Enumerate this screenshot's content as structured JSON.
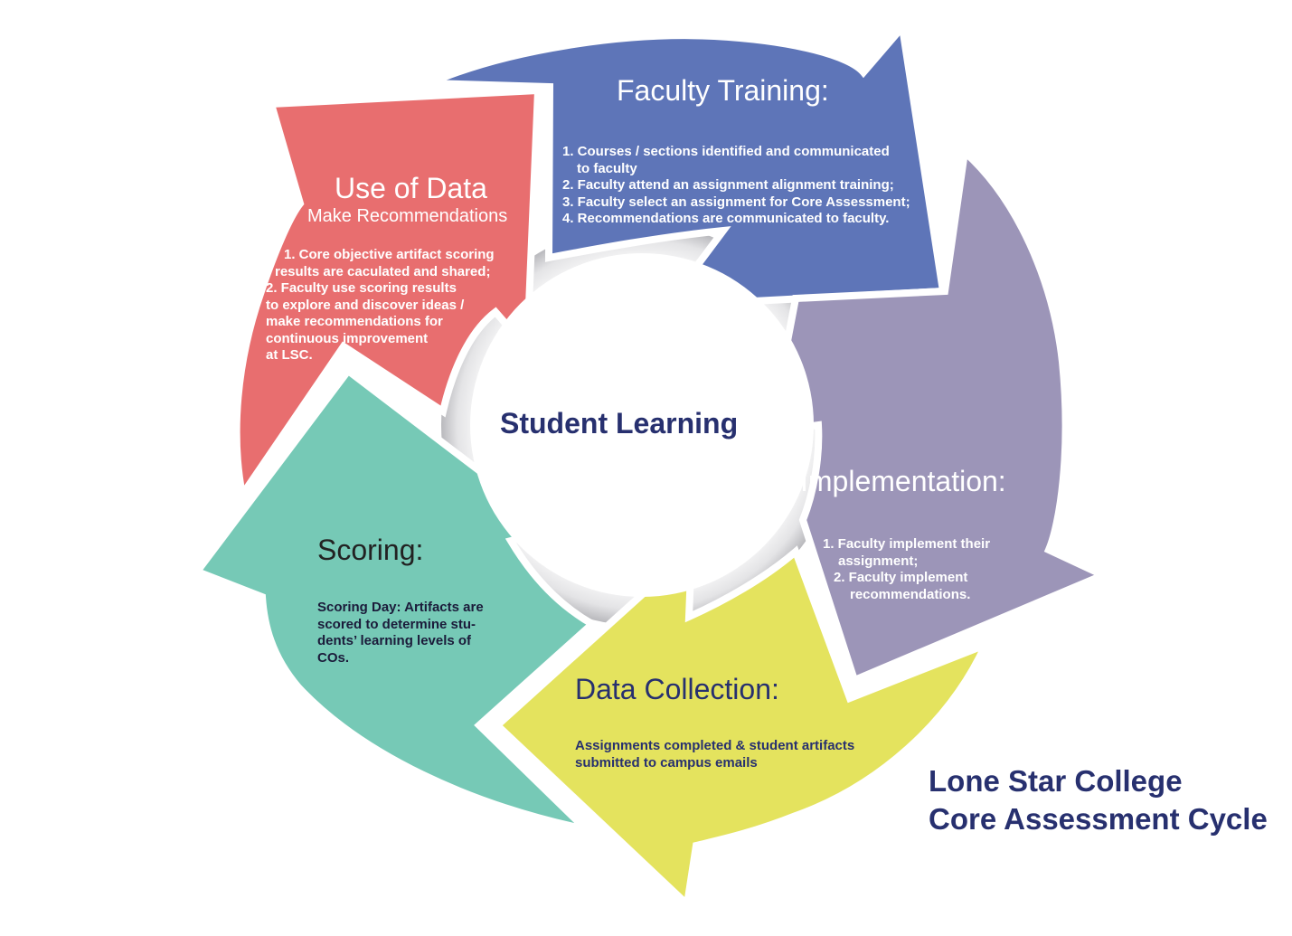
{
  "colors": {
    "faculty_training": "#5e75b8",
    "implementation": "#9c95b8",
    "data_collection": "#e4e35e",
    "scoring": "#76c9b6",
    "use_of_data": "#e86e6f",
    "center_text": "#27306f"
  },
  "center": {
    "title": "Student Learning"
  },
  "stages": {
    "faculty_training": {
      "title": "Faculty Training:",
      "lines": [
        "1. Courses / sections identified and communicated",
        "to faculty",
        "2. Faculty attend an assignment alignment training;",
        "3. Faculty select an assignment for Core Assessment;",
        "4. Recommendations are communicated to faculty."
      ]
    },
    "implementation": {
      "title": "Implementation:",
      "lines": [
        "1. Faculty implement their",
        "assignment;",
        "2. Faculty implement",
        "recommendations."
      ]
    },
    "data_collection": {
      "title": "Data Collection:",
      "lines": [
        "Assignments completed & student artifacts",
        "submitted to campus emails"
      ]
    },
    "scoring": {
      "title": "Scoring:",
      "lines": [
        "Scoring Day: Artifacts are",
        "scored to determine stu-",
        "dents’ learning levels of",
        "COs."
      ]
    },
    "use_of_data": {
      "title": "Use of Data",
      "subtitle": "Make Recommendations",
      "lines": [
        "1. Core objective artifact scoring",
        "results are caculated and shared;",
        "2. Faculty use scoring results",
        "to explore and discover ideas /",
        "make recommendations for",
        "continuous improvement",
        "at LSC."
      ]
    }
  },
  "caption": {
    "line1": "Lone Star College",
    "line2": "Core Assessment Cycle"
  }
}
